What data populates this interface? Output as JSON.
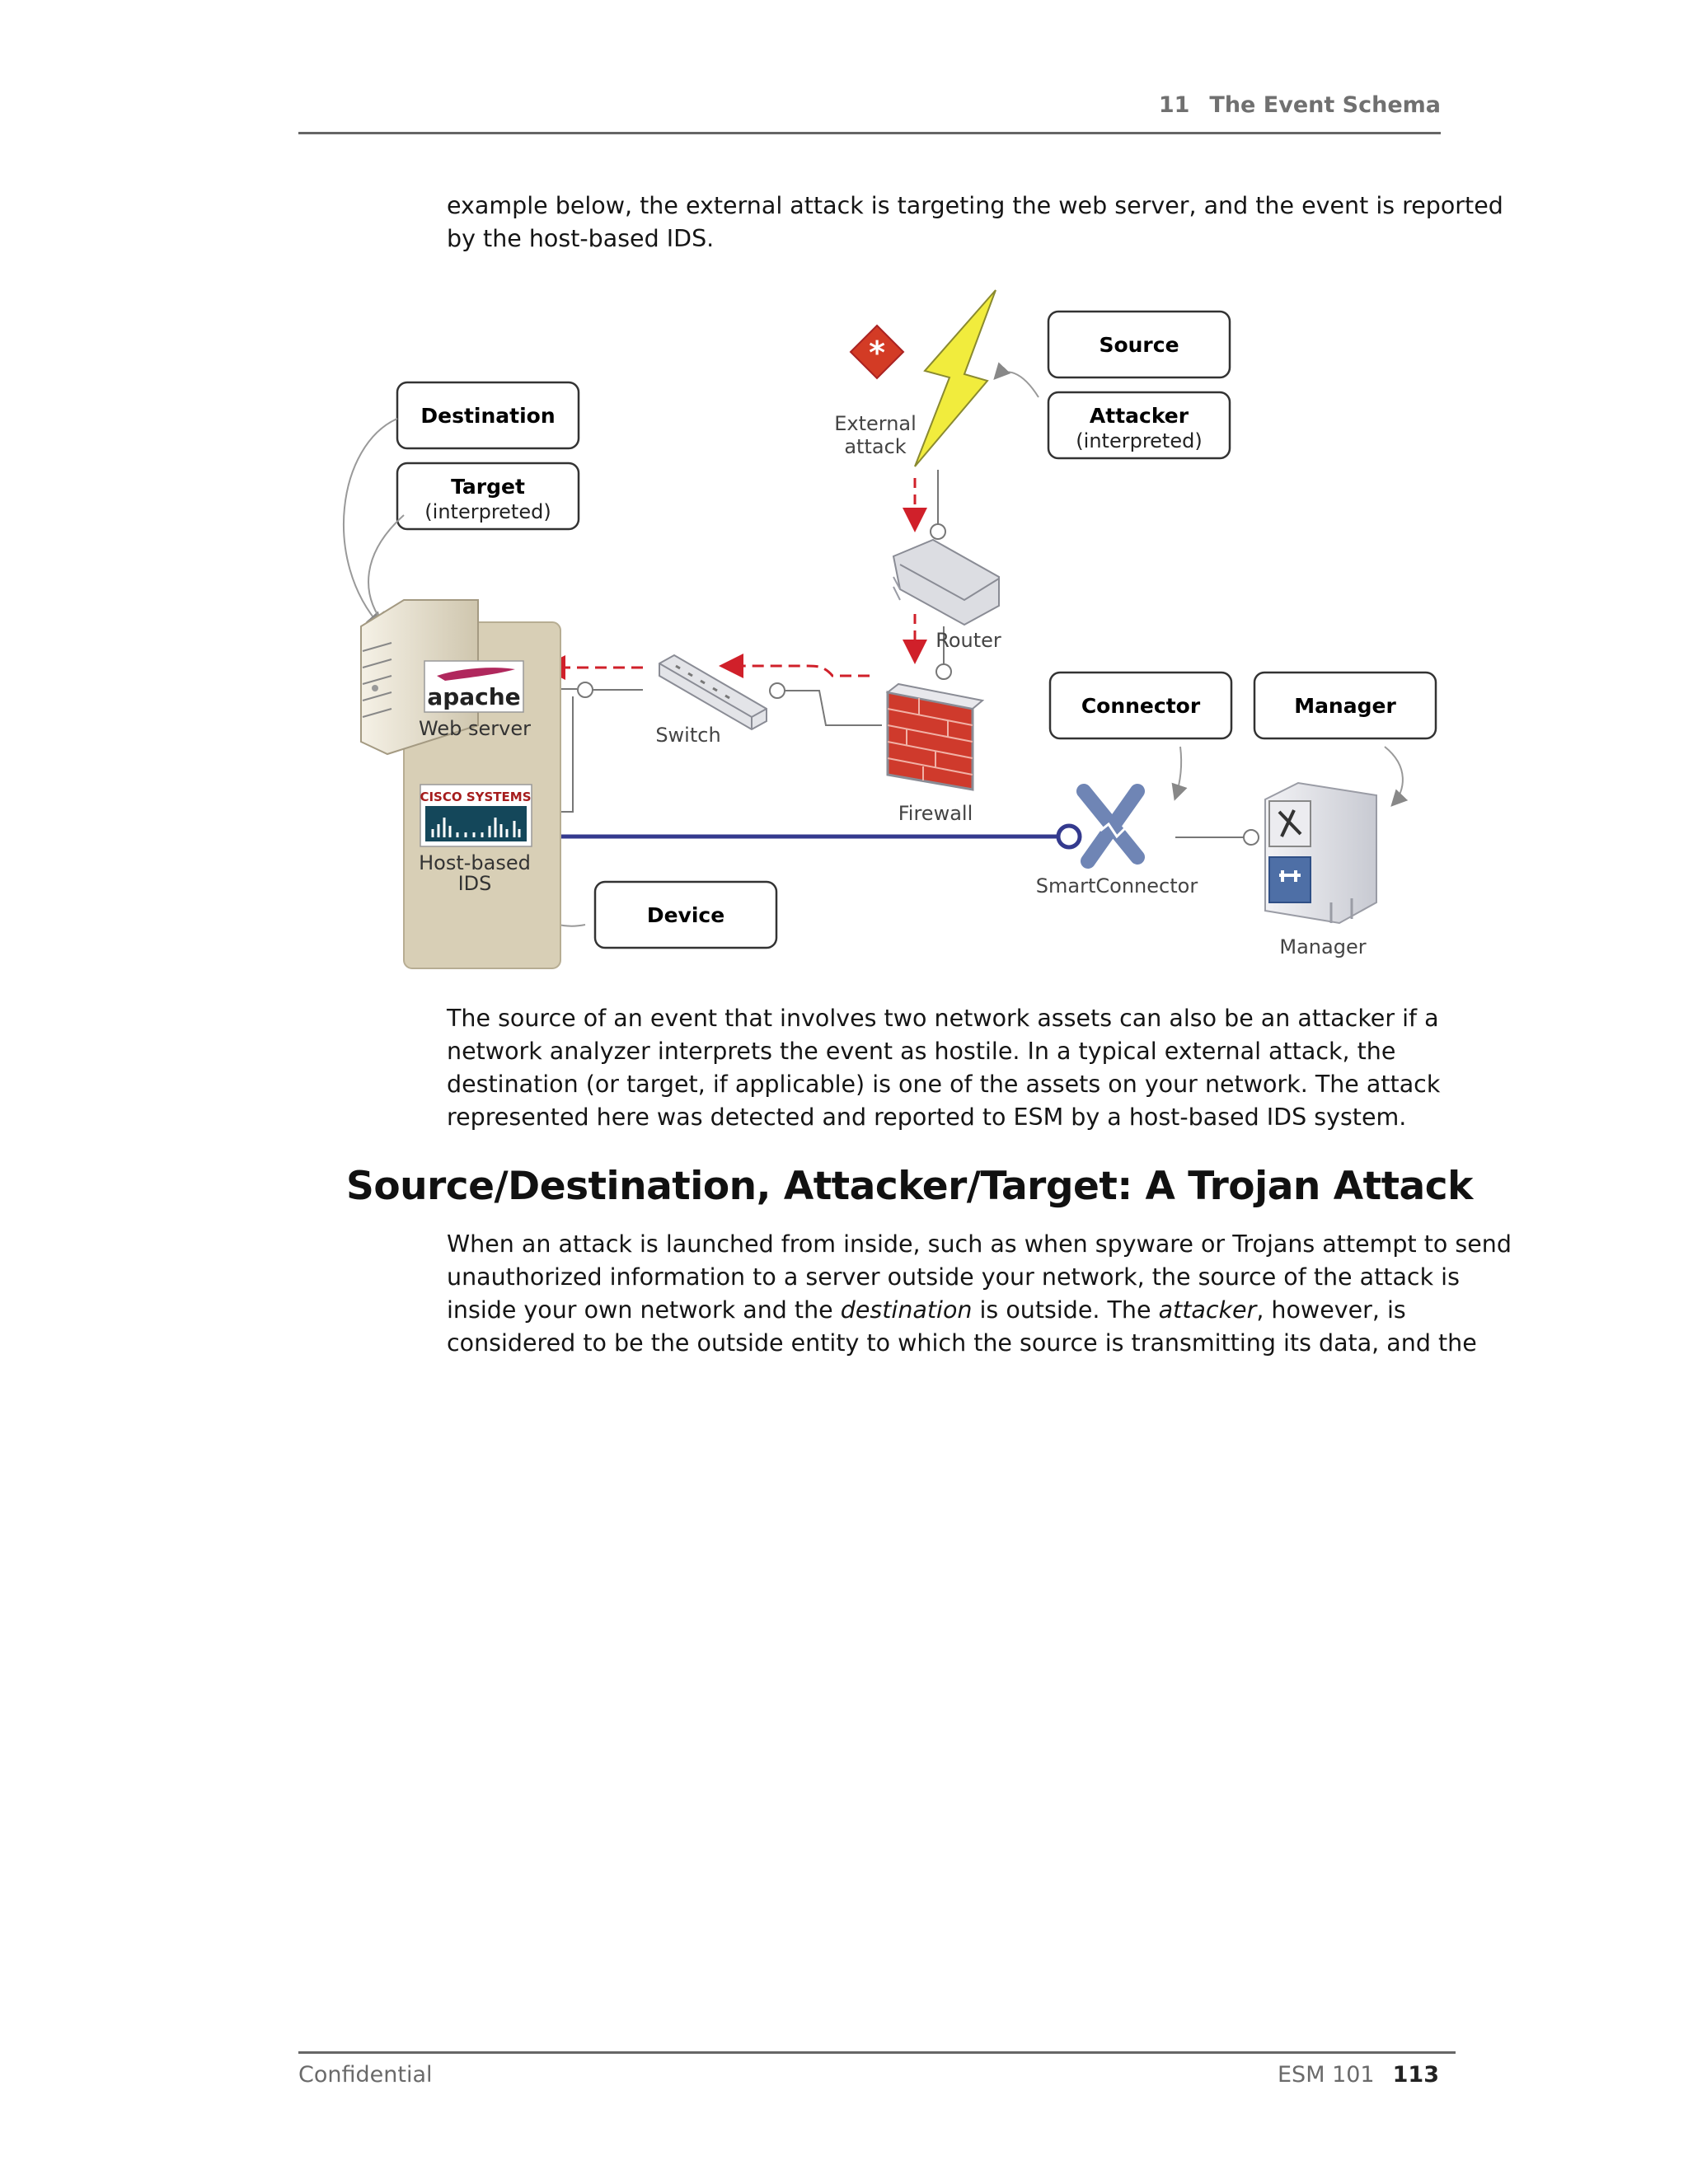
{
  "header": {
    "chapter_number": "11",
    "chapter_title": "The Event Schema"
  },
  "intro": {
    "line1": "example below, the external attack is targeting the web server, and the event is reported",
    "line2": "by the host-based IDS."
  },
  "diagram": {
    "box_source": "Source",
    "box_attacker": "Attacker",
    "box_attacker_sub": "(interpreted)",
    "box_destination": "Destination",
    "box_target": "Target",
    "box_target_sub": "(interpreted)",
    "box_connector": "Connector",
    "box_manager": "Manager",
    "box_device": "Device",
    "label_external_1": "External",
    "label_external_2": "attack",
    "label_router": "Router",
    "label_switch": "Switch",
    "label_firewall": "Firewall",
    "label_webserver": "Web server",
    "label_ids_1": "Host-based",
    "label_ids_2": "IDS",
    "label_smartconnector": "SmartConnector",
    "label_manager": "Manager",
    "logo_apache": "apache",
    "logo_cisco": "CISCO SYSTEMS"
  },
  "para2": {
    "line1": "The source of an event that involves two network assets can also be an attacker if a",
    "line2": "network analyzer interprets the event as hostile. In a typical external attack, the",
    "line3": "destination (or target, if applicable) is one of the assets on your network. The attack",
    "line4": "represented here was detected and reported to ESM by a host-based IDS system."
  },
  "section_title": "Source/Destination, Attacker/Target: A Trojan Attack",
  "para3": {
    "line1": "When an attack is launched from inside, such as when spyware or Trojans attempt to send",
    "line2": "unauthorized information to a server outside your network, the source of the attack is",
    "line3_a": "inside your own network and the ",
    "line3_b": "destination",
    "line3_c": " is outside. The ",
    "line3_d": "attacker",
    "line3_e": ", however, is",
    "line4": "considered to be the outside entity to which the source is transmitting its data, and the"
  },
  "footer": {
    "left": "Confidential",
    "doc": "ESM 101",
    "page": "113"
  }
}
